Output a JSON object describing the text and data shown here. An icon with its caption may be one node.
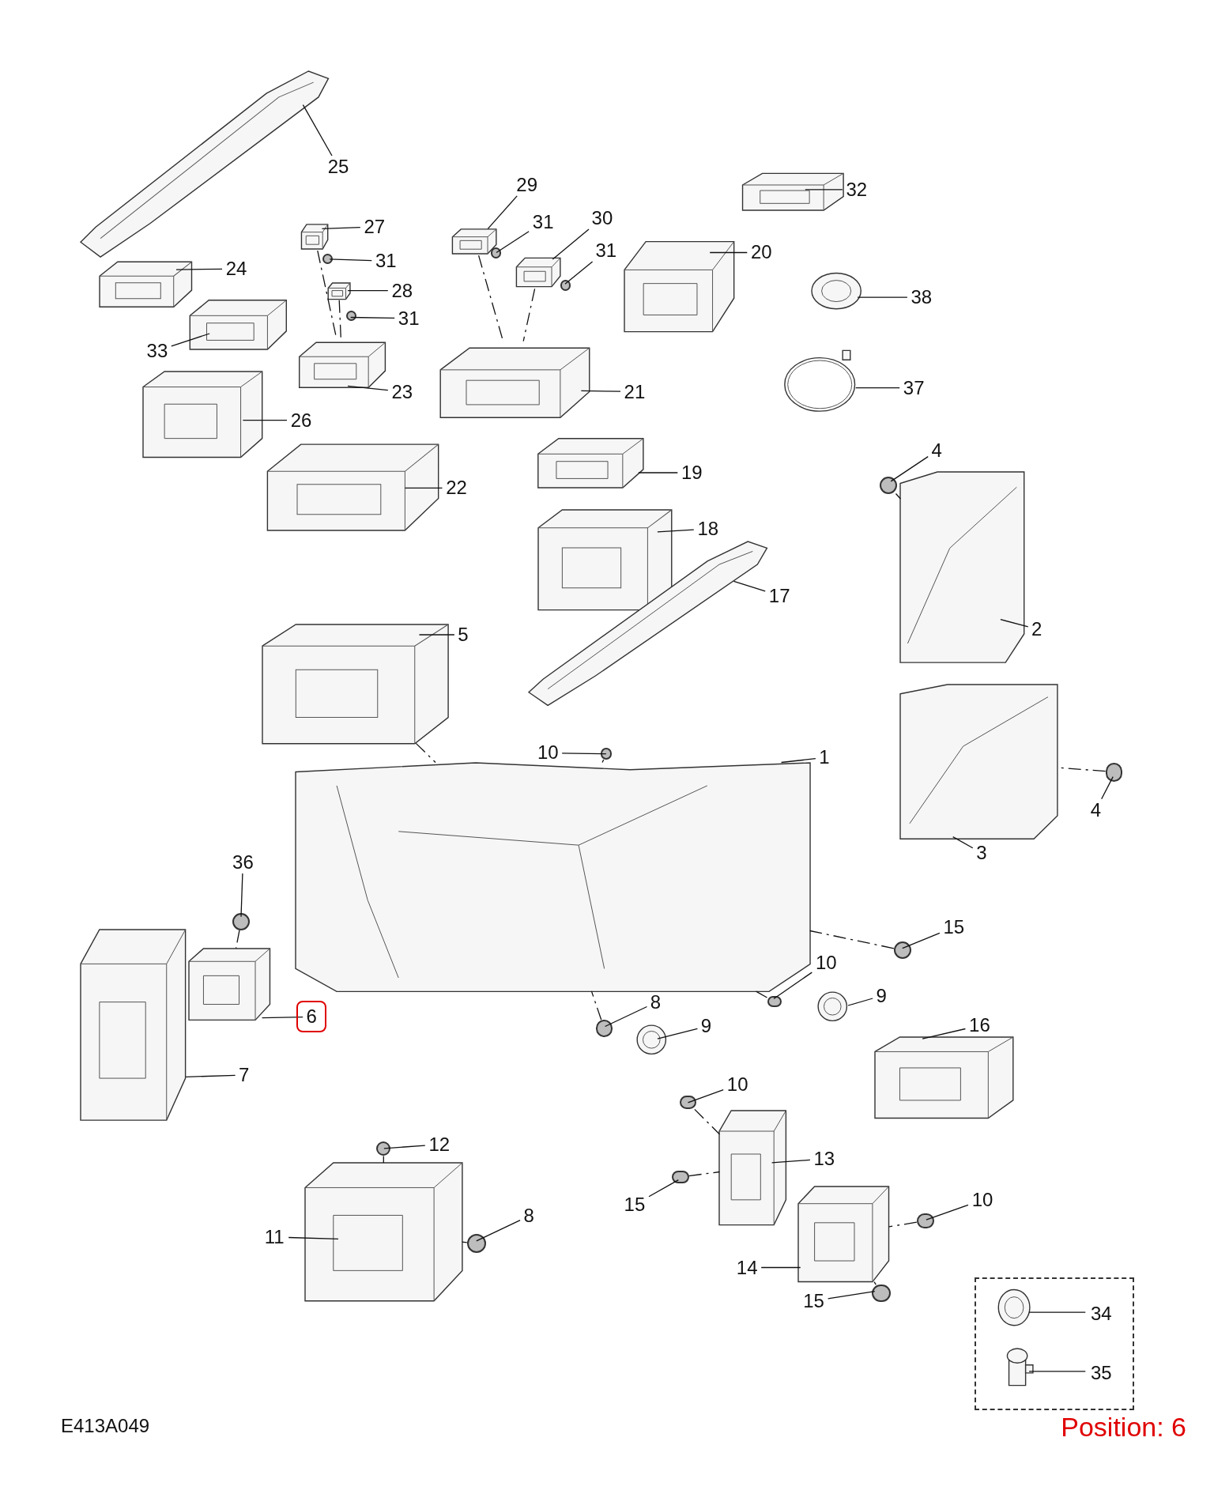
{
  "diagram": {
    "nodes": [
      {
        "text": [],
        "shape": "picture"
      },
      {
        "text": [
          "25"
        ]
      },
      {
        "text": [],
        "shape": "picture"
      },
      {
        "text": [
          "24"
        ]
      },
      {
        "text": [],
        "shape": "picture"
      },
      {
        "text": [
          "27"
        ]
      },
      {
        "text": [],
        "shape": "circle"
      },
      {
        "text": [
          "31"
        ]
      },
      {
        "text": [],
        "shape": "picture"
      },
      {
        "text": [
          "29"
        ]
      },
      {
        "text": [],
        "shape": "circle"
      },
      {
        "text": [
          "31"
        ]
      },
      {
        "text": [],
        "shape": "picture"
      },
      {
        "text": [
          "30"
        ]
      },
      {
        "text": [],
        "shape": "circle"
      },
      {
        "text": [
          "31"
        ]
      },
      {
        "text": [],
        "shape": "picture"
      },
      {
        "text": [
          "32"
        ]
      },
      {
        "text": [],
        "shape": "picture"
      },
      {
        "text": [
          "20"
        ]
      },
      {
        "text": [],
        "shape": "picture"
      },
      {
        "text": [
          "28"
        ]
      },
      {
        "text": [],
        "shape": "circle"
      },
      {
        "text": [
          "31"
        ]
      },
      {
        "text": [],
        "shape": "picture"
      },
      {
        "text": [
          "33"
        ]
      },
      {
        "text": [],
        "shape": "picture"
      },
      {
        "text": [
          "38"
        ]
      },
      {
        "text": [],
        "shape": "picture"
      },
      {
        "text": [
          "23"
        ]
      },
      {
        "text": [],
        "shape": "picture"
      },
      {
        "text": [
          "21"
        ]
      },
      {
        "text": [],
        "shape": "picture"
      },
      {
        "text": [
          "37"
        ]
      },
      {
        "text": [],
        "shape": "picture"
      },
      {
        "text": [
          "26"
        ]
      },
      {
        "text": [],
        "shape": "circle"
      },
      {
        "text": [
          "4"
        ]
      },
      {
        "text": [],
        "shape": "picture"
      },
      {
        "text": [
          "19"
        ]
      },
      {
        "text": [],
        "shape": "picture"
      },
      {
        "text": [
          "22"
        ]
      },
      {
        "text": [],
        "shape": "picture"
      },
      {
        "text": [
          "18"
        ]
      },
      {
        "text": [],
        "shape": "picture"
      },
      {
        "text": [
          "2"
        ]
      },
      {
        "text": [],
        "shape": "picture"
      },
      {
        "text": [
          "17"
        ]
      },
      {
        "text": [],
        "shape": "picture"
      },
      {
        "text": [
          "5"
        ]
      },
      {
        "text": [],
        "shape": "picture"
      },
      {
        "text": [
          "1"
        ]
      },
      {
        "text": [],
        "shape": "circle"
      },
      {
        "text": [
          "10"
        ]
      },
      {
        "text": [],
        "shape": "circle"
      },
      {
        "text": [
          "4"
        ]
      },
      {
        "text": [],
        "shape": "picture"
      },
      {
        "text": [
          "3"
        ]
      },
      {
        "text": [],
        "shape": "circle"
      },
      {
        "text": [
          "36"
        ]
      },
      {
        "text": [],
        "shape": "circle"
      },
      {
        "text": [
          "15"
        ]
      },
      {
        "text": [],
        "shape": "circle"
      },
      {
        "text": [
          "10"
        ]
      },
      {
        "text": [],
        "shape": "picture"
      },
      {
        "text": [
          "9"
        ]
      },
      {
        "text": [],
        "shape": "circle"
      },
      {
        "text": [
          "8"
        ]
      },
      {
        "text": [],
        "shape": "picture"
      },
      {
        "text": [
          "6"
        ]
      },
      {
        "text": [],
        "shape": "picture"
      },
      {
        "text": [
          "9"
        ]
      },
      {
        "text": [],
        "shape": "picture"
      },
      {
        "text": [
          "16"
        ]
      },
      {
        "text": [],
        "shape": "picture"
      },
      {
        "text": [
          "7"
        ]
      },
      {
        "text": [],
        "shape": "circle"
      },
      {
        "text": [
          "10"
        ]
      },
      {
        "text": [],
        "shape": "circle"
      },
      {
        "text": [
          "12"
        ]
      },
      {
        "text": [],
        "shape": "picture"
      },
      {
        "text": [
          "13"
        ]
      },
      {
        "text": [],
        "shape": "circle"
      },
      {
        "text": [
          "15"
        ]
      },
      {
        "text": [],
        "shape": "circle"
      },
      {
        "text": [
          "10"
        ]
      },
      {
        "text": [],
        "shape": "circle"
      },
      {
        "text": [
          "8"
        ]
      },
      {
        "text": [],
        "shape": "picture"
      },
      {
        "text": [
          "11"
        ]
      },
      {
        "text": [],
        "shape": "picture"
      },
      {
        "text": [
          "14"
        ]
      },
      {
        "text": [],
        "shape": "circle"
      },
      {
        "text": [
          "15"
        ]
      },
      {
        "text": [],
        "shape": "box"
      },
      {
        "text": [],
        "shape": "picture",
        "in": 94
      },
      {
        "text": [
          "34"
        ],
        "in": 94
      },
      {
        "text": [],
        "shape": "picture",
        "in": 94
      },
      {
        "text": [
          "35"
        ],
        "in": 94
      }
    ],
    "edges": [
      {
        "from": 1,
        "to": 0,
        "arrow": "none"
      },
      {
        "from": 3,
        "to": 2,
        "arrow": "none"
      },
      {
        "from": 5,
        "to": 4,
        "arrow": "none"
      },
      {
        "from": 7,
        "to": 6,
        "arrow": "none"
      },
      {
        "from": 9,
        "to": 8,
        "arrow": "none"
      },
      {
        "from": 11,
        "to": 10,
        "arrow": "none"
      },
      {
        "from": 13,
        "to": 12,
        "arrow": "none"
      },
      {
        "from": 15,
        "to": 14,
        "arrow": "none"
      },
      {
        "from": 17,
        "to": 16,
        "arrow": "none"
      },
      {
        "from": 19,
        "to": 18,
        "arrow": "none"
      },
      {
        "from": 21,
        "to": 20,
        "arrow": "none"
      },
      {
        "from": 23,
        "to": 22,
        "arrow": "none"
      },
      {
        "from": 25,
        "to": 24,
        "arrow": "none"
      },
      {
        "from": 27,
        "to": 26,
        "arrow": "none"
      },
      {
        "from": 29,
        "to": 28,
        "arrow": "none"
      },
      {
        "from": 31,
        "to": 30,
        "arrow": "none"
      },
      {
        "from": 33,
        "to": 32,
        "arrow": "none"
      },
      {
        "from": 35,
        "to": 34,
        "arrow": "none"
      },
      {
        "from": 37,
        "to": 36,
        "arrow": "none"
      },
      {
        "from": 39,
        "to": 38,
        "arrow": "none"
      },
      {
        "from": 41,
        "to": 40,
        "arrow": "none"
      },
      {
        "from": 43,
        "to": 42,
        "arrow": "none"
      },
      {
        "from": 45,
        "to": 44,
        "arrow": "none"
      },
      {
        "from": 47,
        "to": 46,
        "arrow": "none"
      },
      {
        "from": 49,
        "to": 48,
        "arrow": "none"
      },
      {
        "from": 51,
        "to": 50,
        "arrow": "none"
      },
      {
        "from": 53,
        "to": 52,
        "arrow": "none"
      },
      {
        "from": 55,
        "to": 54,
        "arrow": "none"
      },
      {
        "from": 57,
        "to": 56,
        "arrow": "none"
      },
      {
        "from": 59,
        "to": 58,
        "arrow": "none"
      },
      {
        "from": 61,
        "to": 60,
        "arrow": "none"
      },
      {
        "from": 63,
        "to": 62,
        "arrow": "none"
      },
      {
        "from": 65,
        "to": 64,
        "arrow": "none"
      },
      {
        "from": 67,
        "to": 66,
        "arrow": "none"
      },
      {
        "from": 69,
        "to": 68,
        "arrow": "none"
      },
      {
        "from": 71,
        "to": 70,
        "arrow": "none"
      },
      {
        "from": 73,
        "to": 72,
        "arrow": "none"
      },
      {
        "from": 75,
        "to": 74,
        "arrow": "none"
      },
      {
        "from": 77,
        "to": 76,
        "arrow": "none"
      },
      {
        "from": 79,
        "to": 78,
        "arrow": "none"
      },
      {
        "from": 81,
        "to": 80,
        "arrow": "none"
      },
      {
        "from": 83,
        "to": 82,
        "arrow": "none"
      },
      {
        "from": 85,
        "to": 84,
        "arrow": "none"
      },
      {
        "from": 87,
        "to": 86,
        "arrow": "none"
      },
      {
        "from": 89,
        "to": 88,
        "arrow": "none"
      },
      {
        "from": 91,
        "to": 90,
        "arrow": "none"
      },
      {
        "from": 93,
        "to": 92,
        "arrow": "none"
      },
      {
        "from": 96,
        "to": 95,
        "arrow": "none"
      },
      {
        "from": 98,
        "to": 97,
        "arrow": "none"
      },
      {
        "from": 4,
        "to": 28,
        "arrow": "none",
        "style": "dashed"
      },
      {
        "from": 20,
        "to": 28,
        "arrow": "none",
        "style": "dashed"
      },
      {
        "from": 8,
        "to": 30,
        "arrow": "none",
        "style": "dashed"
      },
      {
        "from": 12,
        "to": 30,
        "arrow": "none",
        "style": "dashed"
      },
      {
        "from": 48,
        "to": 50,
        "arrow": "none",
        "style": "dashed"
      },
      {
        "from": 36,
        "to": 44,
        "arrow": "none",
        "style": "dashed"
      },
      {
        "from": 54,
        "to": 56,
        "arrow": "none",
        "style": "dashed"
      },
      {
        "from": 58,
        "to": 68,
        "arrow": "none",
        "style": "dashed"
      },
      {
        "from": 60,
        "to": 50,
        "arrow": "none",
        "style": "dashed"
      },
      {
        "from": 62,
        "to": 50,
        "arrow": "none",
        "style": "dashed"
      },
      {
        "from": 66,
        "to": 50,
        "arrow": "none",
        "style": "dashed"
      },
      {
        "from": 52,
        "to": 50,
        "arrow": "none",
        "style": "dashed"
      },
      {
        "from": 78,
        "to": 88,
        "arrow": "none",
        "style": "dashed"
      },
      {
        "from": 86,
        "to": 88,
        "arrow": "none",
        "style": "dashed"
      },
      {
        "from": 76,
        "to": 80,
        "arrow": "none",
        "style": "dashed"
      },
      {
        "from": 82,
        "to": 80,
        "arrow": "none",
        "style": "dashed"
      },
      {
        "from": 84,
        "to": 90,
        "arrow": "none",
        "style": "dashed"
      },
      {
        "from": 92,
        "to": 90,
        "arrow": "none",
        "style": "dashed"
      }
    ],
    "labels": [
      "E413A049",
      "Position: 6"
    ]
  }
}
